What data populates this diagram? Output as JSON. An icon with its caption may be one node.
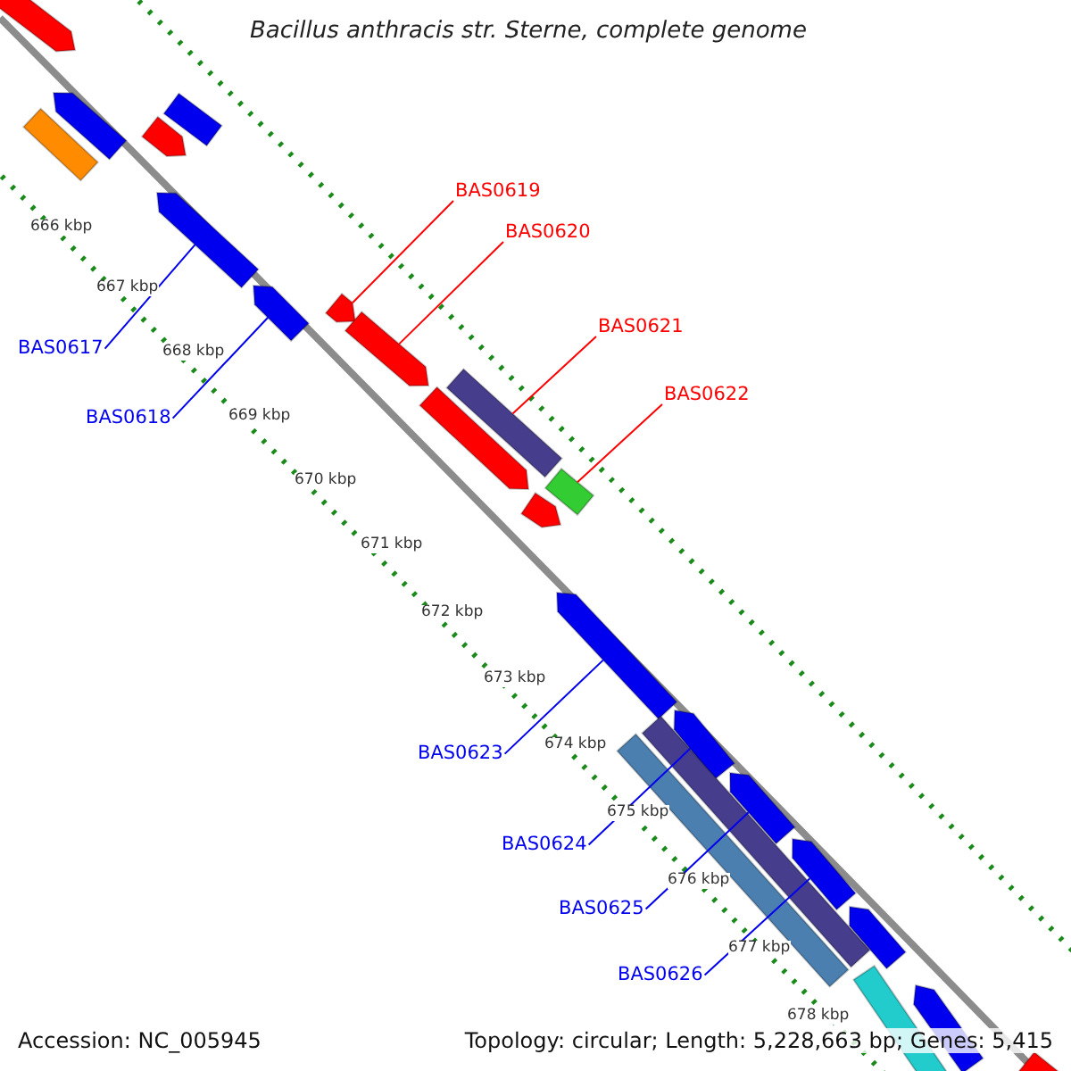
{
  "diagram": {
    "title": "Bacillus anthracis str. Sterne, complete genome",
    "nodes": [
      {
        "text": [
          "BAS0617"
        ]
      },
      {
        "text": [
          "BAS0618"
        ]
      },
      {
        "text": [
          "BAS0619"
        ]
      },
      {
        "text": [
          "BAS0620"
        ]
      },
      {
        "text": [
          "BAS0621"
        ]
      },
      {
        "text": [
          "BAS0622"
        ]
      },
      {
        "text": [
          "BAS0623"
        ]
      },
      {
        "text": [
          "BAS0624"
        ]
      },
      {
        "text": [
          "BAS0625"
        ]
      },
      {
        "text": [
          "BAS0626"
        ]
      },
      {
        "text": [],
        "shape": "bar"
      },
      {
        "text": [],
        "shape": "bar"
      },
      {
        "text": [],
        "shape": "bar"
      },
      {
        "text": [],
        "shape": "bar"
      },
      {
        "text": [],
        "shape": "bar"
      },
      {
        "text": [],
        "shape": "bar"
      },
      {
        "text": [],
        "shape": "bar"
      },
      {
        "text": [],
        "shape": "bar"
      },
      {
        "text": [],
        "shape": "bar"
      },
      {
        "text": [],
        "shape": "bar"
      },
      {
        "text": [],
        "shape": "bar"
      },
      {
        "text": [],
        "shape": "bar"
      },
      {
        "text": [],
        "shape": "bar"
      },
      {
        "text": [],
        "shape": "bar"
      },
      {
        "text": [],
        "shape": "bar"
      },
      {
        "text": [],
        "shape": "bar"
      },
      {
        "text": [],
        "shape": "bar"
      },
      {
        "text": [],
        "shape": "bar"
      },
      {
        "text": [],
        "shape": "bar"
      },
      {
        "text": [],
        "shape": "bar"
      },
      {
        "text": [],
        "shape": "bar"
      },
      {
        "text": [],
        "shape": "bar"
      },
      {
        "text": [],
        "shape": "bar"
      }
    ],
    "edges": [
      {
        "from": 0,
        "to": 10,
        "arrow": "none"
      },
      {
        "from": 1,
        "to": 11,
        "arrow": "none"
      },
      {
        "from": 2,
        "to": 12,
        "arrow": "none",
        "color": "#ff0000"
      },
      {
        "from": 3,
        "to": 13,
        "arrow": "none",
        "color": "#ff0000"
      },
      {
        "from": 4,
        "to": 14,
        "arrow": "none",
        "color": "#ff0000"
      },
      {
        "from": 5,
        "to": 15,
        "arrow": "none",
        "color": "#ff0000"
      },
      {
        "from": 6,
        "to": 16,
        "arrow": "none"
      },
      {
        "from": 7,
        "to": 17,
        "arrow": "none"
      },
      {
        "from": 8,
        "to": 18,
        "arrow": "none"
      },
      {
        "from": 9,
        "to": 19,
        "arrow": "none"
      }
    ],
    "labels": [
      "666 kbp",
      "667 kbp",
      "668 kbp",
      "669 kbp",
      "670 kbp",
      "671 kbp",
      "672 kbp",
      "673 kbp",
      "674 kbp",
      "675 kbp",
      "676 kbp",
      "677 kbp",
      "678 kbp",
      "Accession: NC_005945",
      "Topology: circular; Length: 5,228,663 bp; Genes: 5,415"
    ]
  }
}
